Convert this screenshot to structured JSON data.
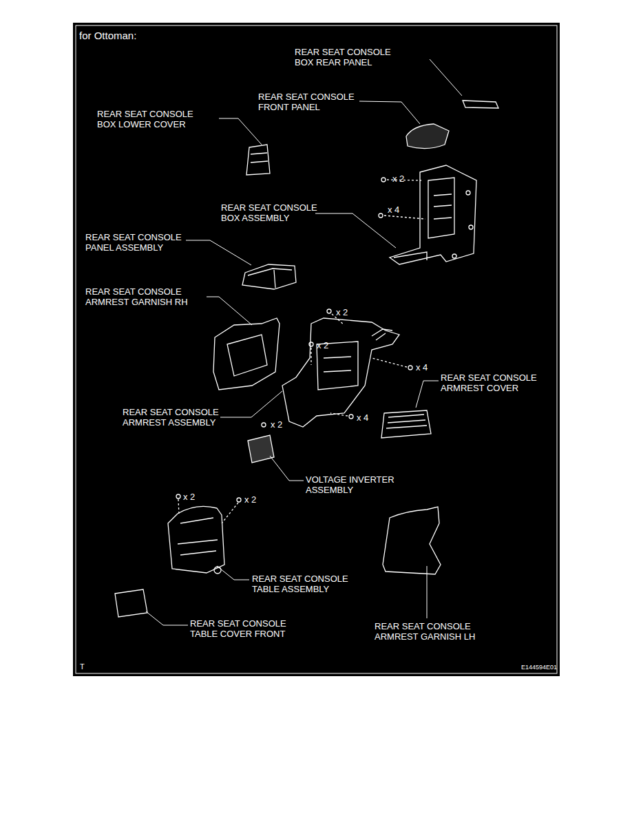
{
  "diagram": {
    "title": "for Ottoman:",
    "labels": [
      "REAR SEAT CONSOLE BOX REAR PANEL",
      "REAR SEAT CONSOLE FRONT PANEL",
      "REAR SEAT CONSOLE BOX LOWER COVER",
      "x 2",
      "x 4",
      "REAR SEAT CONSOLE BOX ASSEMBLY",
      "REAR SEAT CONSOLE PANEL ASSEMBLY",
      "REAR SEAT CONSOLE ARMREST GARNISH RH",
      "x 2",
      "x 2",
      "x 4",
      "REAR SEAT CONSOLE ARMREST COVER",
      "REAR SEAT CONSOLE ARMREST ASSEMBLY",
      "x 4",
      "x 2",
      "VOLTAGE INVERTER ASSEMBLY",
      "x 2",
      "x 2",
      "REAR SEAT CONSOLE TABLE ASSEMBLY",
      "REAR SEAT CONSOLE TABLE COVER FRONT",
      "REAR SEAT CONSOLE ARMREST GARNISH LH",
      "T",
      "E144594E01"
    ]
  }
}
